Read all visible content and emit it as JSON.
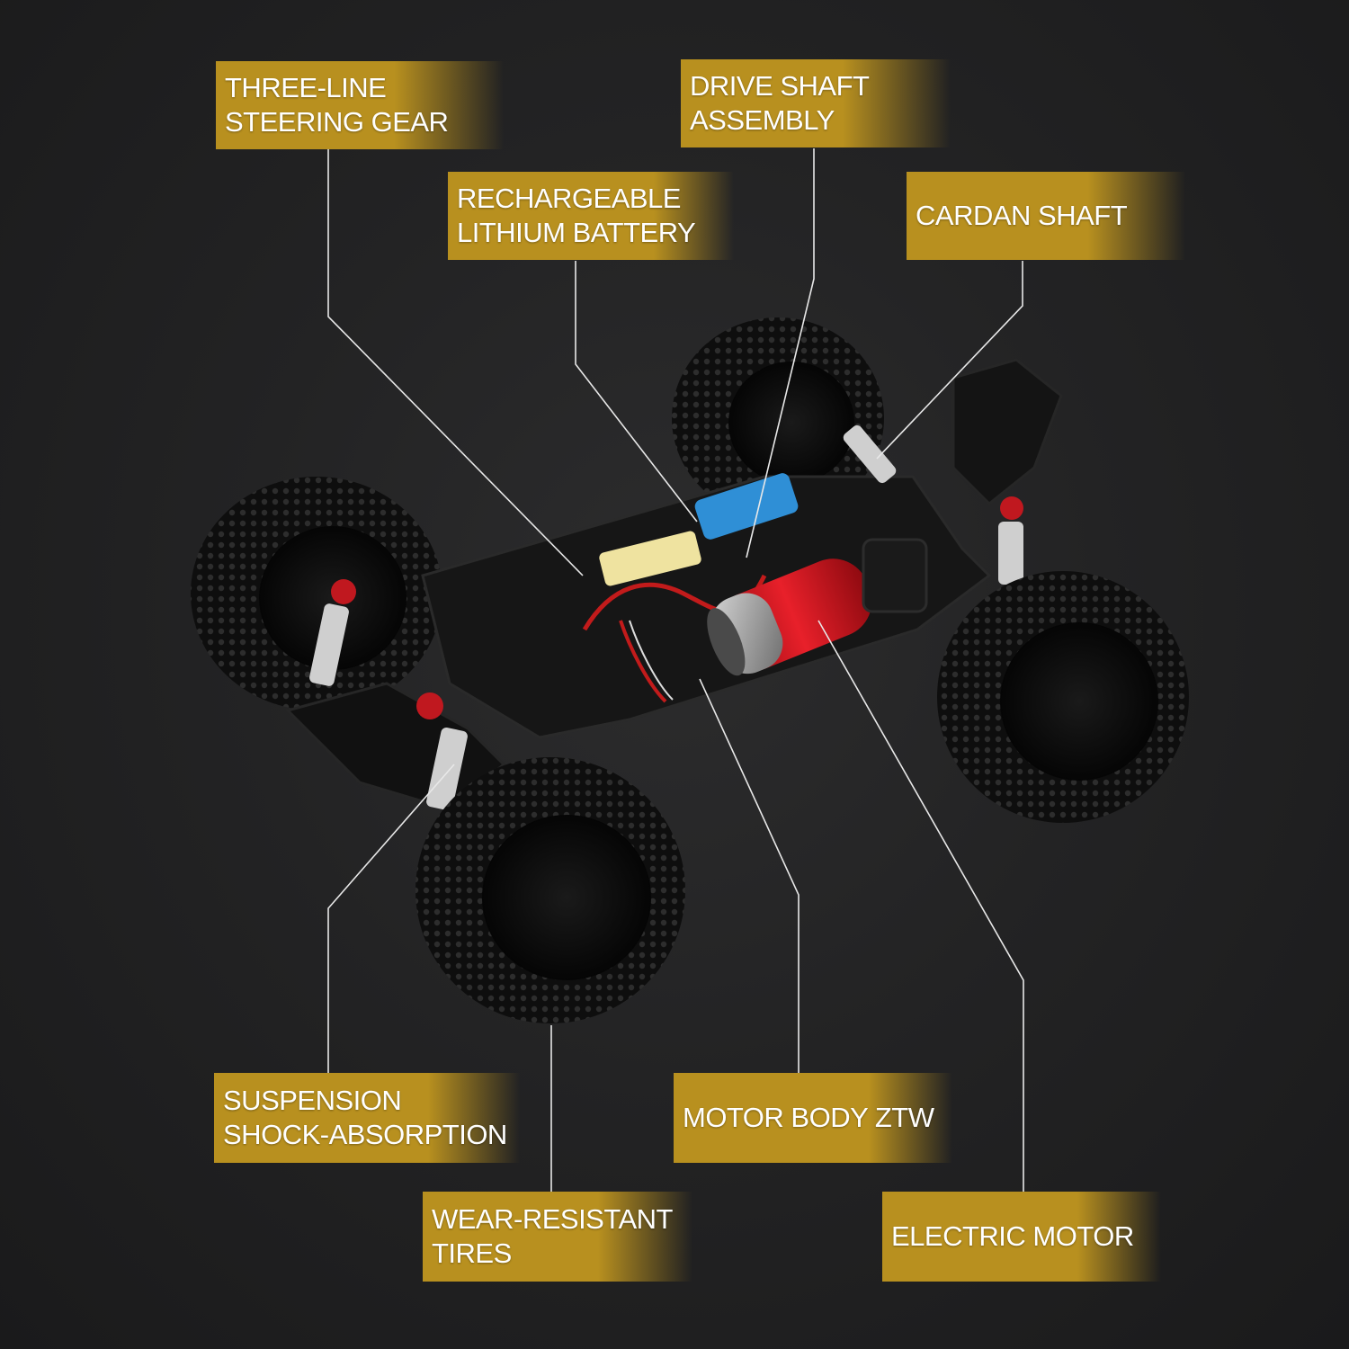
{
  "labels": {
    "steering": [
      "THREE-LINE",
      "STEERING GEAR"
    ],
    "drive_shaft": [
      "DRIVE SHAFT",
      "ASSEMBLY"
    ],
    "battery": [
      "RECHARGEABLE",
      "LITHIUM BATTERY"
    ],
    "cardan": "CARDAN SHAFT",
    "suspension": [
      "SUSPENSION",
      "SHOCK-ABSORPTION"
    ],
    "motor_body": "MOTOR BODY ZTW",
    "tires": [
      "WEAR-RESISTANT",
      "TIRES"
    ],
    "electric_motor": "ELECTRIC MOTOR"
  },
  "colors": {
    "label_gold": "#b8901f",
    "background": "#232324",
    "leader_line": "#e8e8e8",
    "motor_red": "#d0141c",
    "battery_blue": "#2f8fd6",
    "chassis": "#141414"
  }
}
